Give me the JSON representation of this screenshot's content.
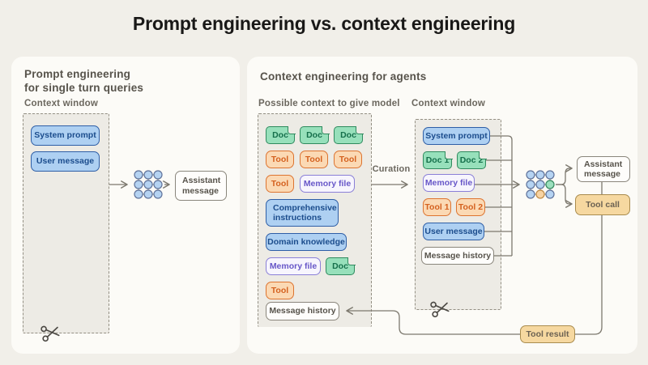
{
  "title": "Prompt engineering vs. context engineering",
  "left_panel": {
    "heading_line1": "Prompt engineering",
    "heading_line2": "for single turn queries",
    "context_window_label": "Context window",
    "system_prompt_label": "System prompt",
    "user_message_label": "User message",
    "assistant_message_label": "Assistant message"
  },
  "right_panel": {
    "heading": "Context engineering for agents",
    "pool_label": "Possible context to give model",
    "context_window_label": "Context window",
    "curation_label": "Curation",
    "pool": {
      "doc1": "Doc",
      "doc2": "Doc",
      "doc3": "Doc",
      "tool1": "Tool",
      "tool2": "Tool",
      "tool3": "Tool",
      "tool4": "Tool",
      "memory_file1": "Memory file",
      "comprehensive_instructions": "Comprehensive instructions",
      "domain_knowledge": "Domain knowledge",
      "memory_file2": "Memory file",
      "doc4": "Doc",
      "tool5": "Tool",
      "message_history": "Message history"
    },
    "context_window": {
      "system_prompt": "System prompt",
      "doc1": "Doc 1",
      "doc2": "Doc 2",
      "memory_file": "Memory file",
      "tool1": "Tool 1",
      "tool2": "Tool 2",
      "user_message": "User message",
      "message_history": "Message history"
    },
    "assistant_message_label": "Assistant message",
    "tool_call_label": "Tool call",
    "tool_result_label": "Tool result"
  },
  "icons": {
    "model": "neural-network-icon",
    "truncation": "scissors-icon"
  },
  "colors": {
    "background": "#f1efe9",
    "panel": "#fcfbf7",
    "blue_fill": "#aed0f2",
    "blue_border": "#2e5ea6",
    "green_fill": "#97e0bb",
    "green_border": "#2f8a5e",
    "orange_fill": "#fbd9b4",
    "orange_border": "#dd7430",
    "purple_fill": "#f7f5fd",
    "purple_border": "#8a7fd7",
    "tan_fill": "#f6d8a0",
    "tan_border": "#a98c4f",
    "connector_line": "#7c786e"
  }
}
